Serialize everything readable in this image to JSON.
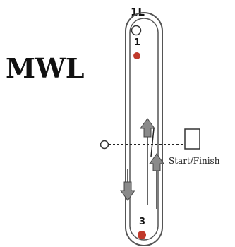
{
  "title": "MWL",
  "top_label": "1L",
  "points": [
    {
      "label": "1",
      "color": "#c0392b"
    },
    {
      "label": "3",
      "color": "#c0392b"
    }
  ],
  "start_finish_label": "Start/Finish",
  "colors": {
    "track_outline": "#555555",
    "arrow_fill": "#8a8a8a",
    "arrow_stroke": "#444444",
    "text": "#111111"
  }
}
